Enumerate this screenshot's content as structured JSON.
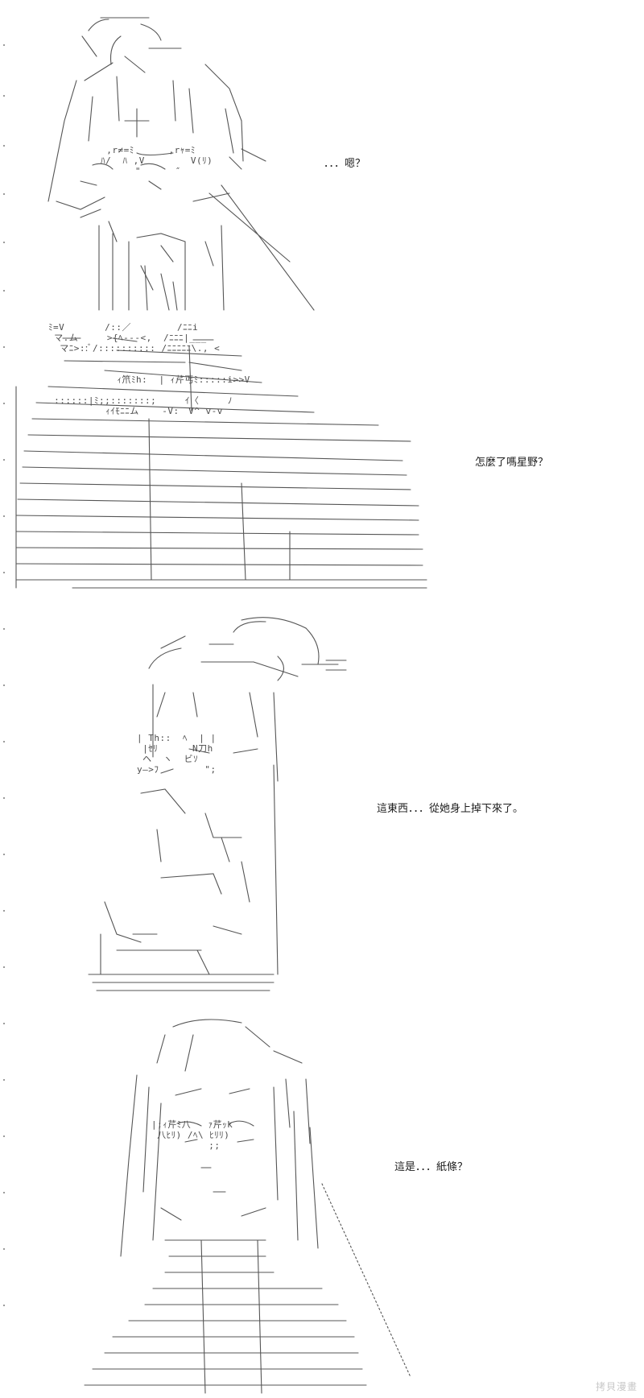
{
  "panels": [
    {
      "id": "panel-1",
      "dialogue": "．．．嗯？"
    },
    {
      "id": "panel-2",
      "dialogue": "怎麼了嗎星野？"
    },
    {
      "id": "panel-3",
      "dialogue": "這東西．．．從她身上掉下來了。"
    },
    {
      "id": "panel-4",
      "dialogue": "這是．．．紙條？"
    }
  ],
  "watermark": "拷貝漫畫",
  "colors": {
    "background": "#ffffff",
    "line_art": "#4a4a4a",
    "text": "#1e1e1e"
  }
}
